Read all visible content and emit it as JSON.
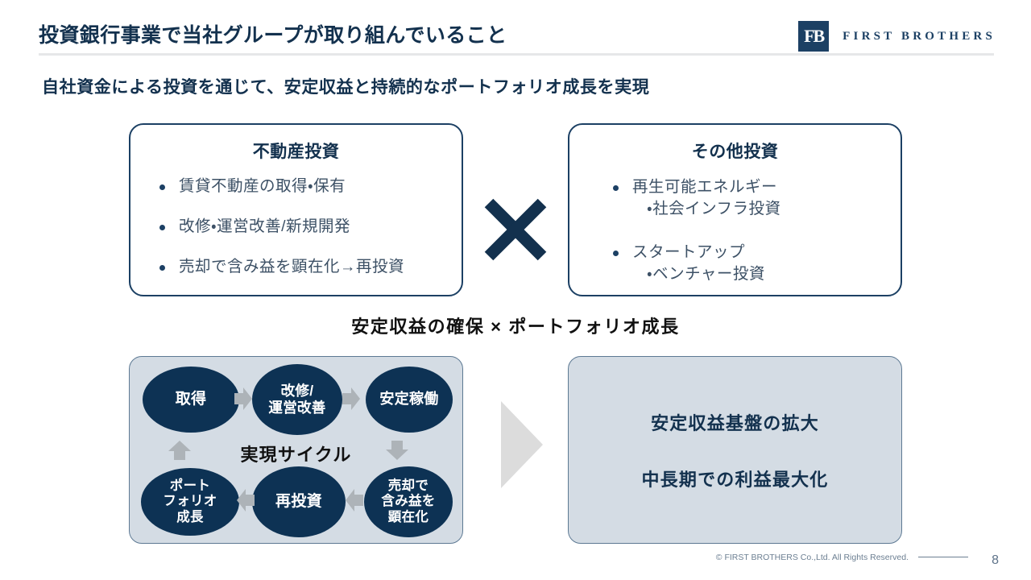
{
  "header": {
    "title": "投資銀行事業で当社グループが取り組んでいること",
    "logo_mark": "FB",
    "logo_text": "FIRST BROTHERS"
  },
  "subtitle": "自社資金による投資を通じて、安定収益と持続的なポートフォリオ成長を実現",
  "investment_boxes": {
    "left": {
      "title": "不動産投資",
      "items": [
        {
          "main": "賃貸不動産の取得・保有",
          "sub": ""
        },
        {
          "main": "改修・運営改善/新規開発",
          "sub": ""
        },
        {
          "main": "売却で含み益を顕在化→再投資",
          "sub": ""
        }
      ]
    },
    "right": {
      "title": "その他投資",
      "items": [
        {
          "main": "再生可能エネルギー",
          "sub": "・社会インフラ投資"
        },
        {
          "main": "スタートアップ",
          "sub": "・ベンチャー投資"
        }
      ]
    },
    "operator": "×"
  },
  "middle_heading": "安定収益の確保 × ポートフォリオ成長",
  "cycle": {
    "label": "実現サイクル",
    "nodes": [
      {
        "id": "n1",
        "text": "取得"
      },
      {
        "id": "n2",
        "text": "改修/\n運営改善"
      },
      {
        "id": "n3",
        "text": "安定稼働"
      },
      {
        "id": "n4",
        "text": "ポート\nフォリオ\n成長"
      },
      {
        "id": "n5",
        "text": "再投資"
      },
      {
        "id": "n6",
        "text": "売却で\n含み益を\n顕在化"
      }
    ]
  },
  "result": {
    "lines": [
      "安定収益基盤の拡大",
      "中長期での利益最大化"
    ]
  },
  "footer": {
    "copyright": "© FIRST BROTHERS Co.,Ltd. All Rights Reserved.",
    "page_number": "8"
  },
  "colors": {
    "navy": "#13314e",
    "node_navy": "#0d3254",
    "panel_bg": "#d4dce4",
    "panel_border": "#5d7993",
    "body_text": "#3d5166",
    "arrow_gray": "#adb3b8",
    "big_arrow_gray": "#dcdcdc"
  }
}
